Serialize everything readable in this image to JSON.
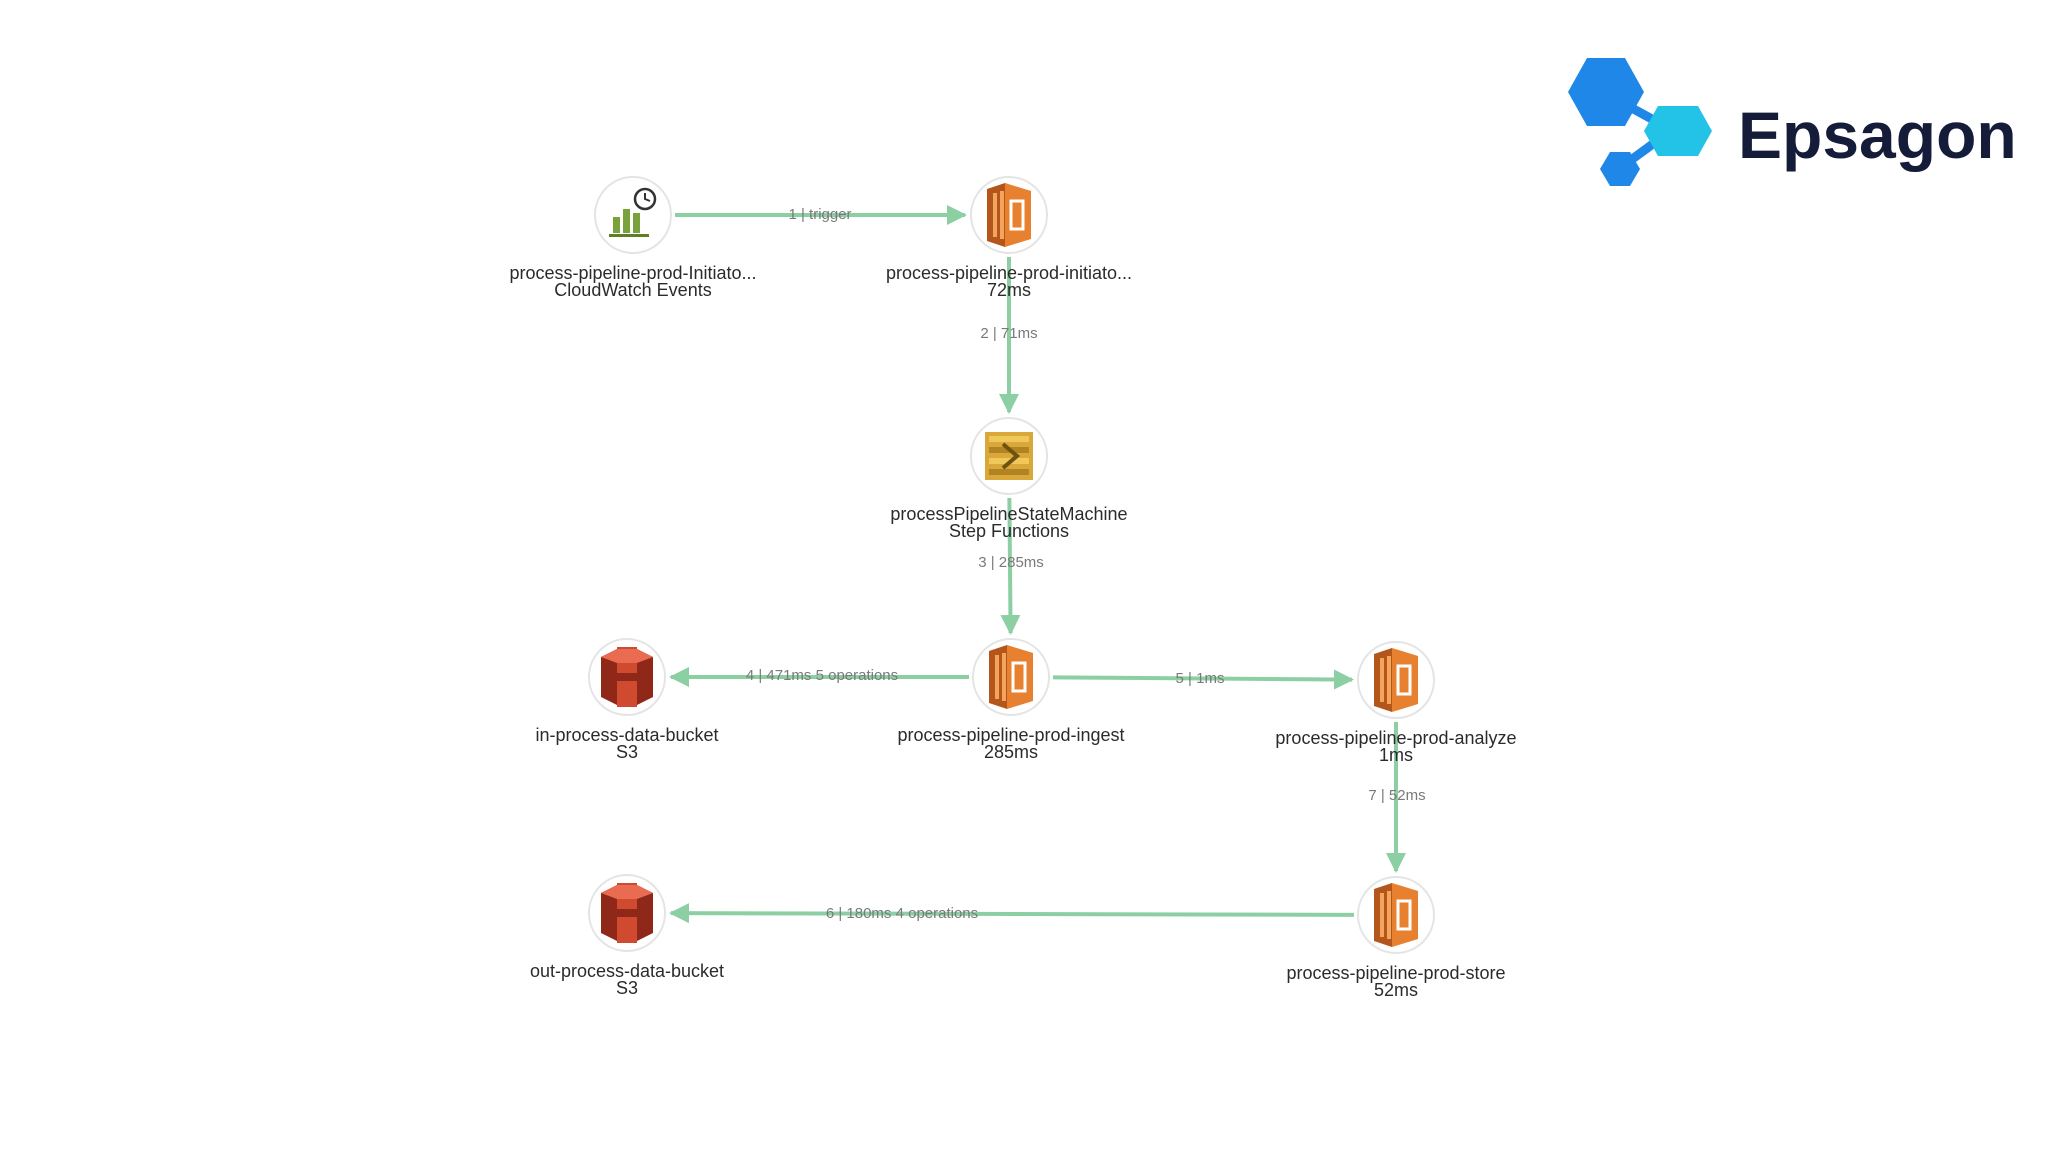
{
  "brand": {
    "name": "Epsagon"
  },
  "colors": {
    "edge": "#8ccfa3",
    "lambda": "#e8812f",
    "lambda_dark": "#b4551c",
    "s3": "#d04a2f",
    "s3_dark": "#8f2818",
    "step_functions": "#d9a73a",
    "cloudwatch": "#7aa23c",
    "brand_blue": "#1f87e8",
    "brand_cyan": "#22c3e6"
  },
  "nodes": [
    {
      "id": "initiator-event",
      "icon": "cloudwatch-events-icon",
      "name": "process-pipeline-prod-Initiato...",
      "sub": "CloudWatch Events"
    },
    {
      "id": "initiator-lambda",
      "icon": "lambda-icon",
      "name": "process-pipeline-prod-initiato...",
      "sub": "72ms"
    },
    {
      "id": "state-machine",
      "icon": "step-functions-icon",
      "name": "processPipelineStateMachine",
      "sub": "Step Functions"
    },
    {
      "id": "ingest",
      "icon": "lambda-icon",
      "name": "process-pipeline-prod-ingest",
      "sub": "285ms"
    },
    {
      "id": "in-bucket",
      "icon": "s3-icon",
      "name": "in-process-data-bucket",
      "sub": "S3"
    },
    {
      "id": "analyze",
      "icon": "lambda-icon",
      "name": "process-pipeline-prod-analyze",
      "sub": "1ms"
    },
    {
      "id": "store",
      "icon": "lambda-icon",
      "name": "process-pipeline-prod-store",
      "sub": "52ms"
    },
    {
      "id": "out-bucket",
      "icon": "s3-icon",
      "name": "out-process-data-bucket",
      "sub": "S3"
    }
  ],
  "edges": [
    {
      "from": "initiator-event",
      "to": "initiator-lambda",
      "label": "1 | trigger"
    },
    {
      "from": "initiator-lambda",
      "to": "state-machine",
      "label": "2 | 71ms"
    },
    {
      "from": "state-machine",
      "to": "ingest",
      "label": "3 | 285ms"
    },
    {
      "from": "ingest",
      "to": "in-bucket",
      "label": "4 | 471ms  5 operations"
    },
    {
      "from": "ingest",
      "to": "analyze",
      "label": "5 | 1ms"
    },
    {
      "from": "store",
      "to": "out-bucket",
      "label": "6 | 180ms  4 operations"
    },
    {
      "from": "analyze",
      "to": "store",
      "label": "7 | 52ms"
    }
  ]
}
